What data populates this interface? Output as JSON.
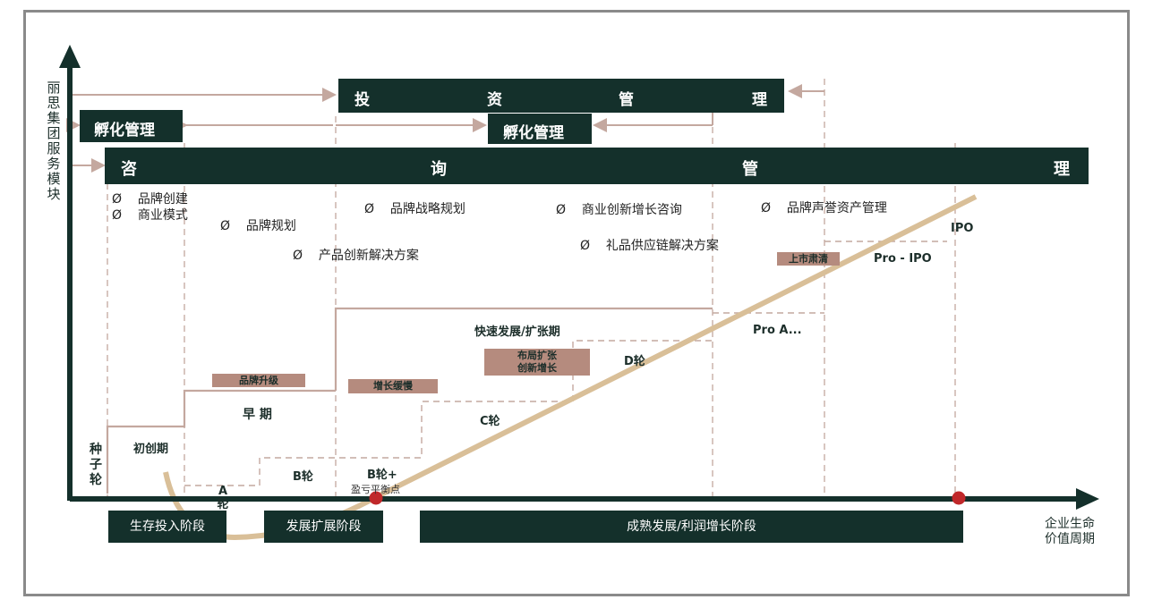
{
  "y_axis_label": "丽思集团服务模块",
  "x_axis_label_line1": "企业生命",
  "x_axis_label_line2": "价值周期",
  "bars": {
    "investment": [
      "投",
      "资",
      "管",
      "理"
    ],
    "incubation_left": "孵化管理",
    "incubation_mid": "孵化管理",
    "consulting": [
      "咨",
      "询",
      "管",
      "理"
    ]
  },
  "services": {
    "s1": "品牌创建",
    "s2": "商业模式",
    "s3": "品牌规划",
    "s4": "产品创新解决方案",
    "s5": "品牌战略规划",
    "s6": "商业创新增长咨询",
    "s7": "礼品供应链解决方案",
    "s8": "品牌声誉资产管理",
    "bullet": "Ø"
  },
  "phases": {
    "seed": "种子轮",
    "startup": "初创期",
    "early": "早  期",
    "a_round": "A轮",
    "b_round": "B轮",
    "b_plus": "B轮+",
    "breakeven": "盈亏平衡点",
    "c_round": "C轮",
    "d_round": "D轮",
    "fast_growth": "快速发展/扩张期",
    "pro_a": "Pro A...",
    "pro_ipo": "Pro - IPO",
    "ipo": "IPO"
  },
  "tags": {
    "brand_upgrade": "品牌升级",
    "slow_growth": "增长缓慢",
    "expand_line1": "布局扩张",
    "expand_line2": "创新增长",
    "listing_cleanup": "上市肃清"
  },
  "stages": {
    "survival": "生存投入阶段",
    "expansion": "发展扩展阶段",
    "mature": "成熟发展/利润增长阶段"
  },
  "colors": {
    "dark": "#14302b",
    "tan": "#b58b7e",
    "curve": "#d9bf98",
    "dot": "#c0282a",
    "line": "#c4a89f"
  }
}
